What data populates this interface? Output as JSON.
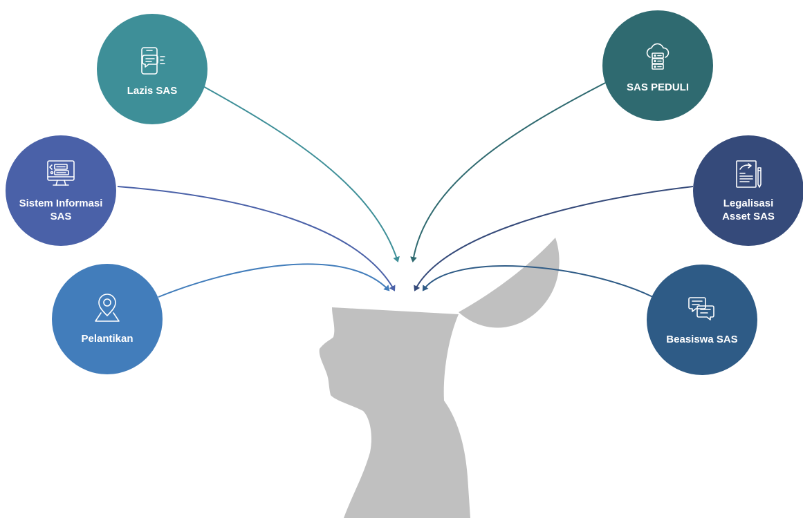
{
  "nodes": {
    "lazis": {
      "label": "Lazis SAS",
      "color": "#3e8f98",
      "icon": "phone-chat-icon"
    },
    "sistem": {
      "label": "Sistem Informasi\nSAS",
      "color": "#4a61a8",
      "icon": "monitor-code-icon"
    },
    "pelantikan": {
      "label": "Pelantikan",
      "color": "#427dbb",
      "icon": "map-pin-icon"
    },
    "peduli": {
      "label": "SAS PEDULI",
      "color": "#2f6a70",
      "icon": "cloud-server-icon"
    },
    "legalisasi": {
      "label": "Legalisasi\nAsset SAS",
      "color": "#354a7a",
      "icon": "document-pen-icon"
    },
    "beasiswa": {
      "label": "Beasiswa SAS",
      "color": "#2e5b86",
      "icon": "chat-bubbles-icon"
    }
  },
  "head_color": "#c0c0c0"
}
